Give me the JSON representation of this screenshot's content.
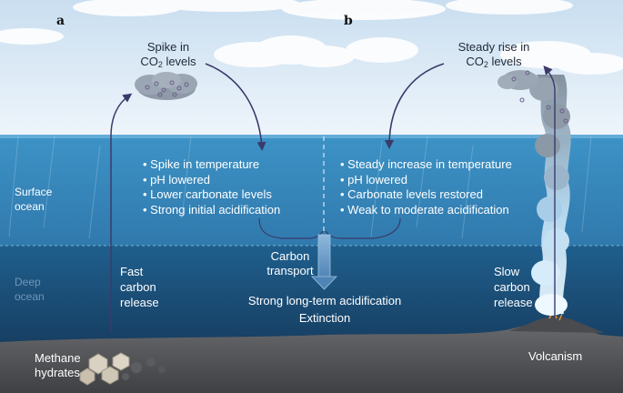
{
  "panel_a": {
    "label": "a",
    "atmosphere_title": "Spike in",
    "atmosphere_co2_prefix": "CO",
    "atmosphere_co2_sub": "2",
    "atmosphere_co2_suffix": " levels",
    "surface_effects": [
      "• Spike in temperature",
      "• pH lowered",
      "• Lower carbonate levels",
      "• Strong initial acidification"
    ],
    "release_lines": [
      "Fast",
      "carbon",
      "release"
    ],
    "source_lines": [
      "Methane",
      "hydrates"
    ]
  },
  "panel_b": {
    "label": "b",
    "atmosphere_title": "Steady rise in",
    "atmosphere_co2_prefix": "CO",
    "atmosphere_co2_sub": "2",
    "atmosphere_co2_suffix": " levels",
    "surface_effects": [
      "• Steady increase in temperature",
      "• pH lowered",
      "• Carbonate levels restored",
      "• Weak to moderate acidification"
    ],
    "release_lines": [
      "Slow",
      "carbon",
      "release"
    ],
    "source": "Volcanism"
  },
  "zones": {
    "surface_lines": [
      "Surface",
      "ocean"
    ],
    "deep_lines": [
      "Deep",
      "ocean"
    ]
  },
  "center": {
    "transport_lines": [
      "Carbon",
      "transport"
    ],
    "outcome_1": "Strong long-term acidification",
    "outcome_2": "Extinction"
  },
  "colors": {
    "sky_top": "#cfe3f3",
    "sky_bottom": "#eaf3fa",
    "surface_ocean": "#4f9ec9",
    "deep_ocean": "#1c557f",
    "seafloor": "#55565a",
    "arrow": "#3b3a6b"
  }
}
